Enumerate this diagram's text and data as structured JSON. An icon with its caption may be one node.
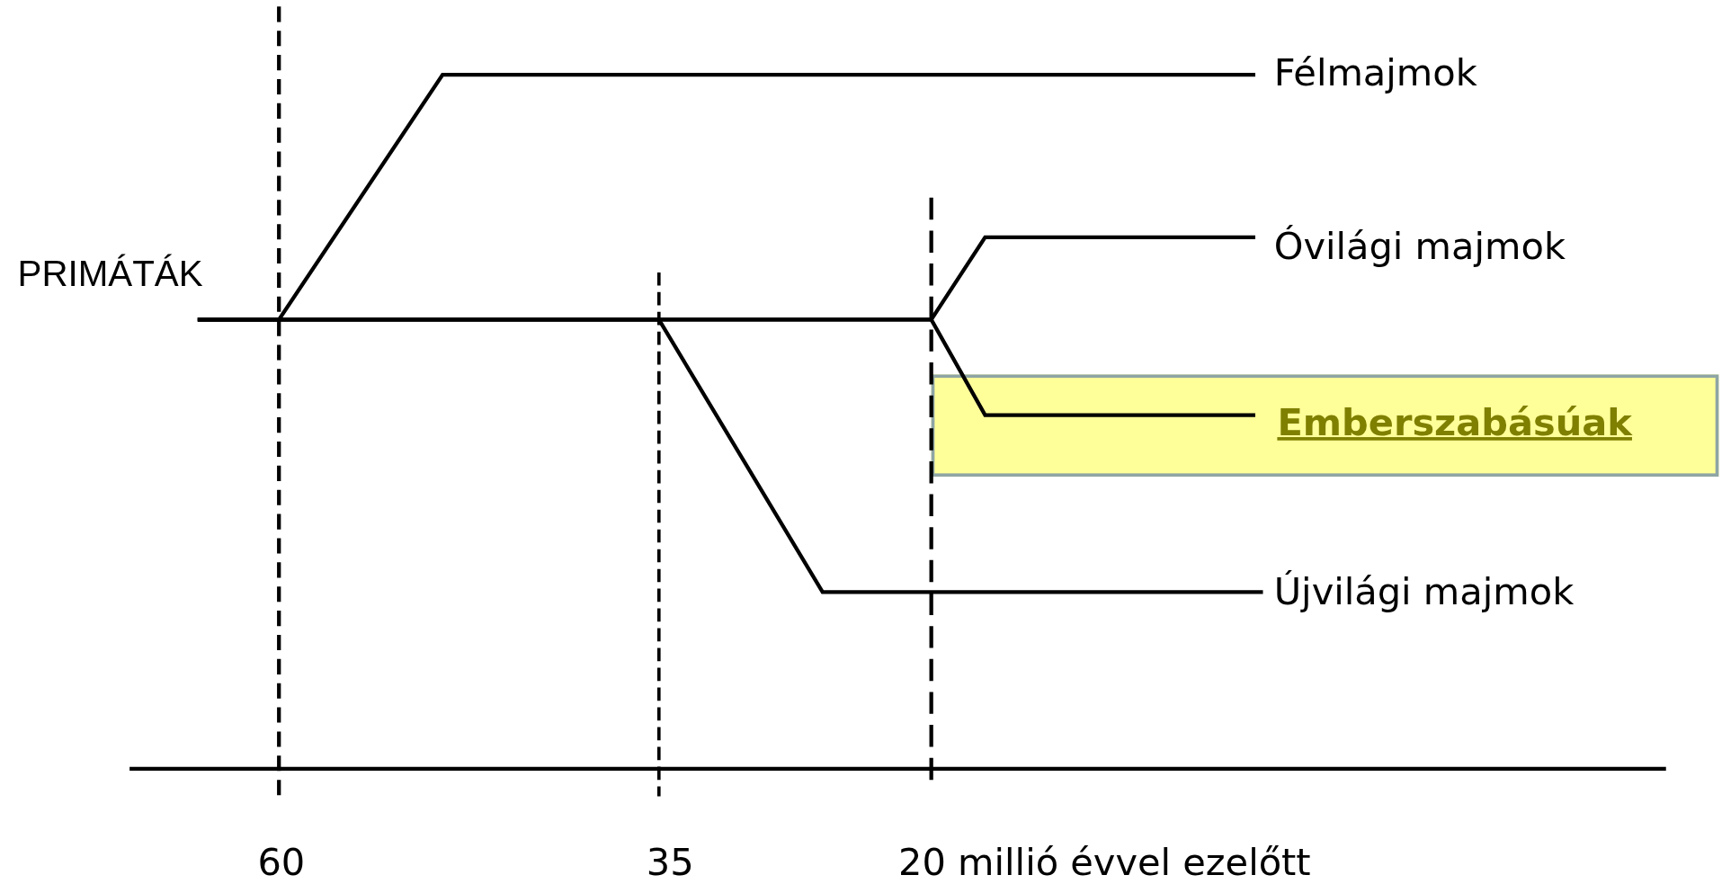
{
  "diagram": {
    "nodes": [
      {
        "text": [
          "PRIMÁTÁK"
        ]
      },
      {
        "text": [
          "Félmajmok"
        ]
      },
      {
        "text": [
          "Óvilági majmok"
        ]
      },
      {
        "text": [
          "Emberszabásúak"
        ]
      },
      {
        "text": [
          "Újvilági majmok"
        ]
      }
    ],
    "edges": [
      {
        "from": 0,
        "to": 1,
        "arrow": "none"
      },
      {
        "from": 0,
        "to": 2,
        "arrow": "none"
      },
      {
        "from": 0,
        "to": 3,
        "arrow": "none"
      },
      {
        "from": 0,
        "to": 4,
        "arrow": "none"
      }
    ],
    "labels": [
      "60",
      "35",
      "20 millió évvel ezelőtt"
    ]
  }
}
